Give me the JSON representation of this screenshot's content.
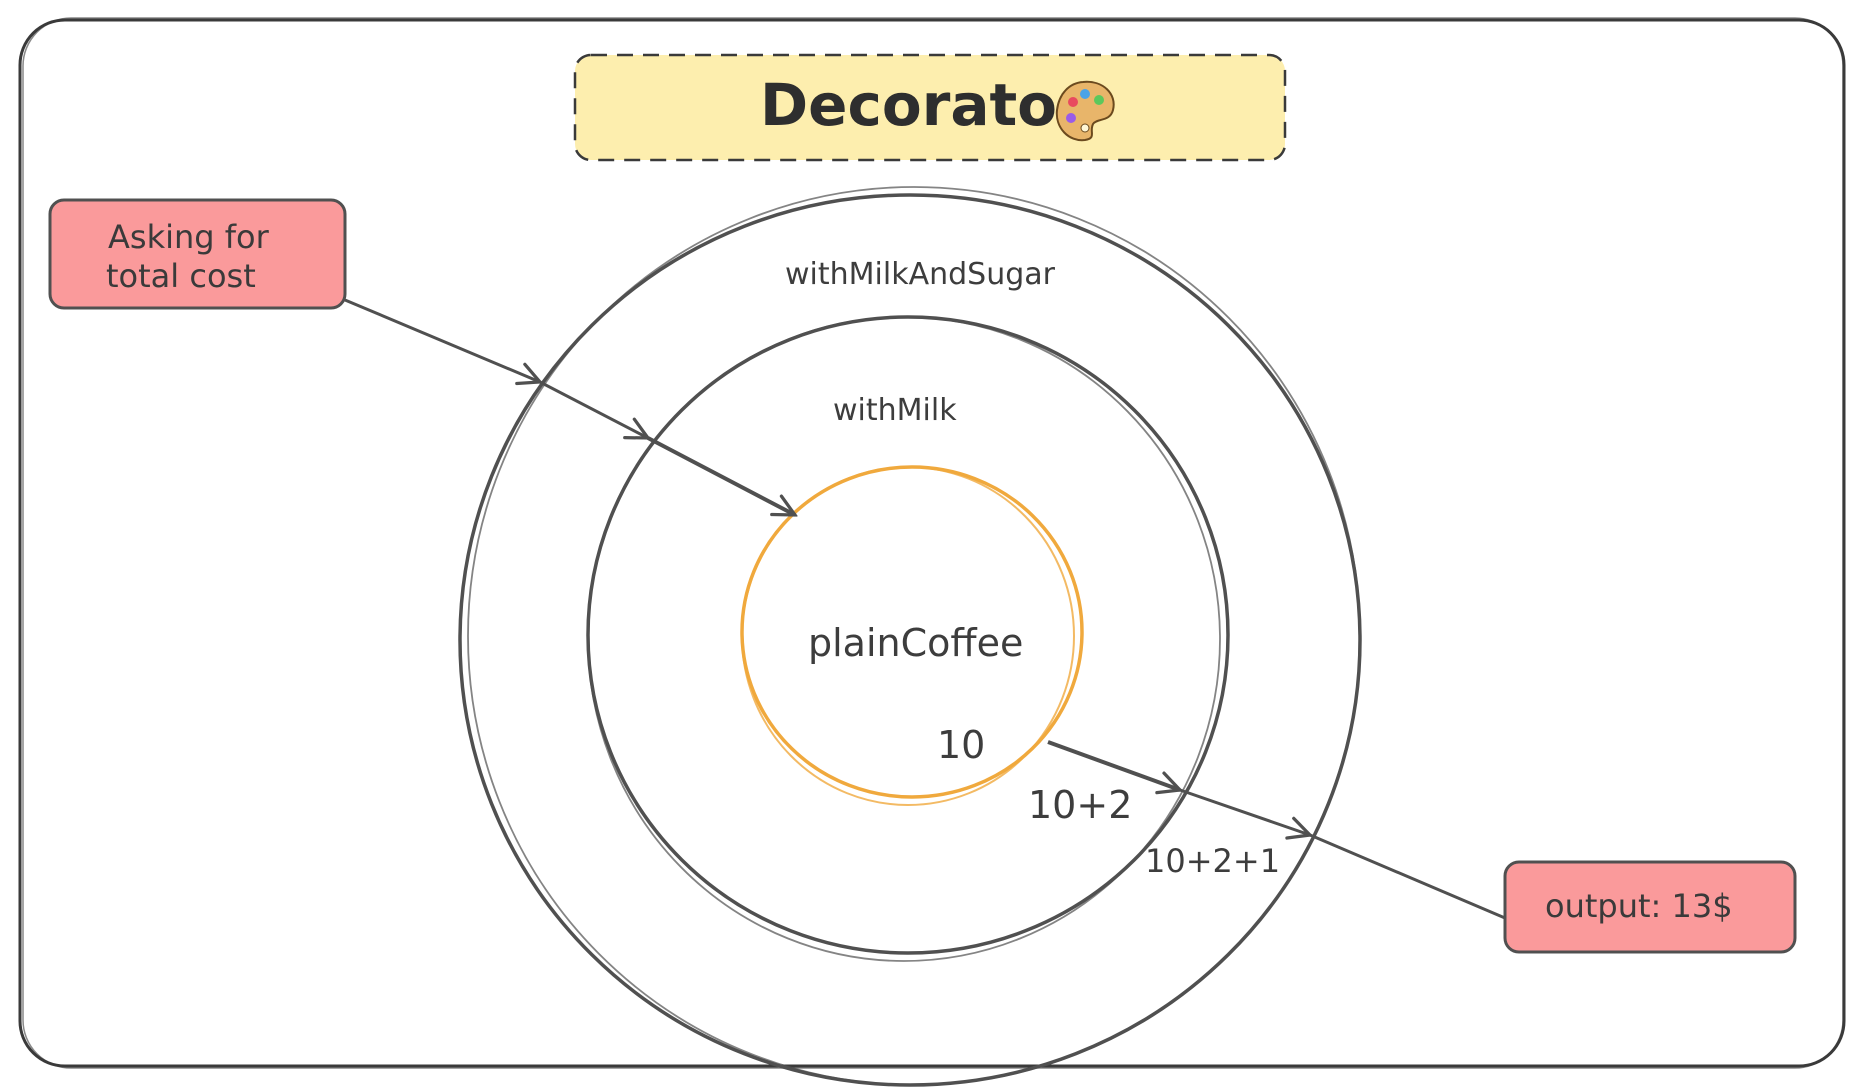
{
  "title": "Decorator",
  "title_icon": "palette-icon",
  "colors": {
    "outline": "#505050",
    "title_fill": "#fdeeae",
    "box_fill": "#fa9a9b",
    "core_stroke": "#f0a93d"
  },
  "input_box": {
    "line1": "Asking for",
    "line2": "total cost"
  },
  "rings": {
    "outer": "withMilkAndSugar",
    "middle": "withMilk",
    "core": "plainCoffee"
  },
  "values": {
    "core": "10",
    "middle": "10+2",
    "outer": "10+2+1"
  },
  "output_box": {
    "label": "output: 13$"
  }
}
